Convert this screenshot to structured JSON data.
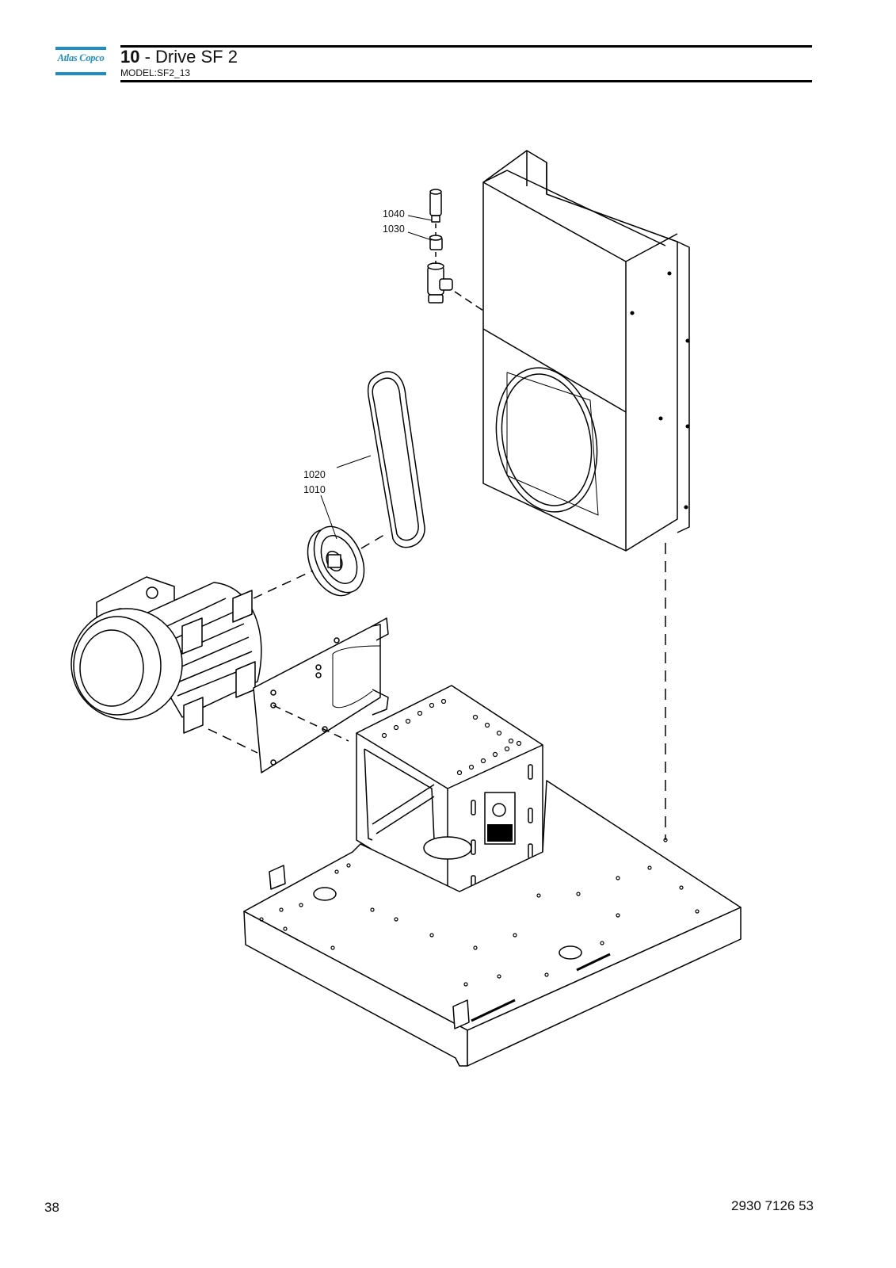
{
  "header": {
    "logo_text": "Atlas Copco",
    "section_number": "10",
    "section_title": " - Drive SF 2",
    "model": "MODEL:SF2_13"
  },
  "callouts": [
    "1040",
    "1030",
    "1020",
    "1010"
  ],
  "footer": {
    "page_number": "38",
    "document_number": "2930 7126 53"
  }
}
